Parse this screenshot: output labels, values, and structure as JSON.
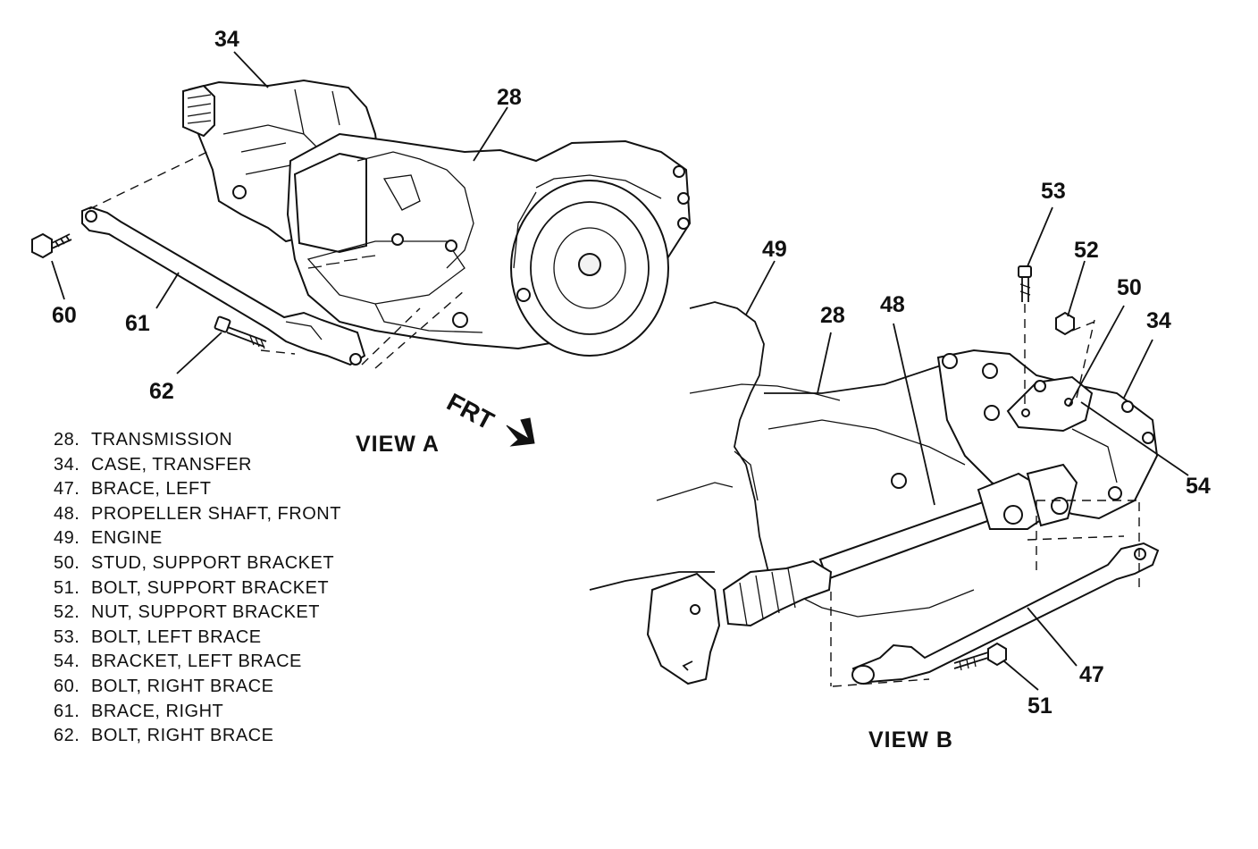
{
  "views": {
    "a": "VIEW A",
    "b": "VIEW B"
  },
  "direction_label": "FRT",
  "callouts": {
    "view_a": [
      "34",
      "28",
      "60",
      "61",
      "62"
    ],
    "view_b": [
      "53",
      "52",
      "49",
      "50",
      "28",
      "48",
      "34",
      "54",
      "47",
      "51"
    ]
  },
  "legend": [
    {
      "num": "28.",
      "text": "TRANSMISSION"
    },
    {
      "num": "34.",
      "text": "CASE, TRANSFER"
    },
    {
      "num": "47.",
      "text": "BRACE, LEFT"
    },
    {
      "num": "48.",
      "text": "PROPELLER SHAFT, FRONT"
    },
    {
      "num": "49.",
      "text": "ENGINE"
    },
    {
      "num": "50.",
      "text": "STUD, SUPPORT BRACKET"
    },
    {
      "num": "51.",
      "text": "BOLT, SUPPORT BRACKET"
    },
    {
      "num": "52.",
      "text": "NUT, SUPPORT BRACKET"
    },
    {
      "num": "53.",
      "text": "BOLT, LEFT BRACE"
    },
    {
      "num": "54.",
      "text": "BRACKET, LEFT BRACE"
    },
    {
      "num": "60.",
      "text": "BOLT, RIGHT BRACE"
    },
    {
      "num": "61.",
      "text": "BRACE, RIGHT"
    },
    {
      "num": "62.",
      "text": "BOLT, RIGHT BRACE"
    }
  ]
}
